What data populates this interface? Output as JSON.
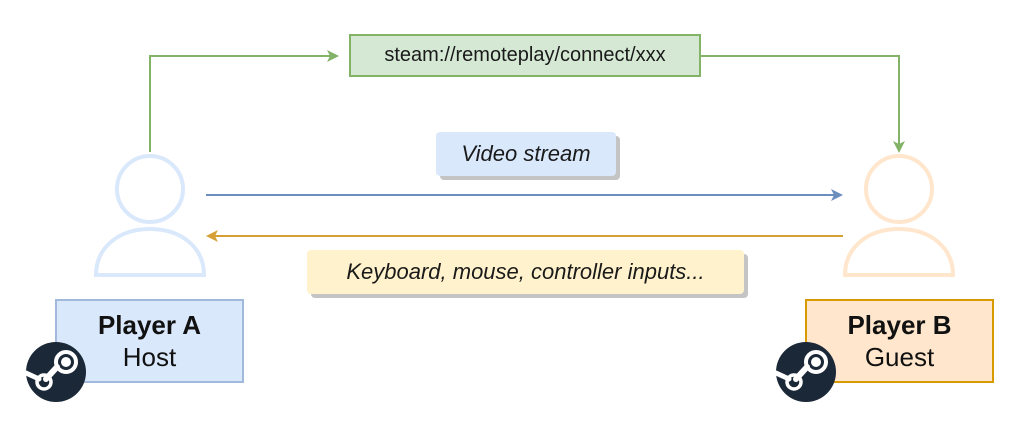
{
  "connect_link": "steam://remoteplay/connect/xxx",
  "video_label": "Video stream",
  "input_label": "Keyboard, mouse, controller inputs...",
  "player_a": {
    "name": "Player A",
    "role": "Host"
  },
  "player_b": {
    "name": "Player B",
    "role": "Guest"
  },
  "colors": {
    "green_arrow": "#82b366",
    "blue_arrow": "#6c8ebf",
    "orange_arrow": "#d6a037",
    "person_a": "#dae8fc",
    "person_b": "#ffe6cc",
    "steam": "#1b2838"
  },
  "icons": {
    "person": "person-outline-icon",
    "steam": "steam-logo-icon"
  }
}
